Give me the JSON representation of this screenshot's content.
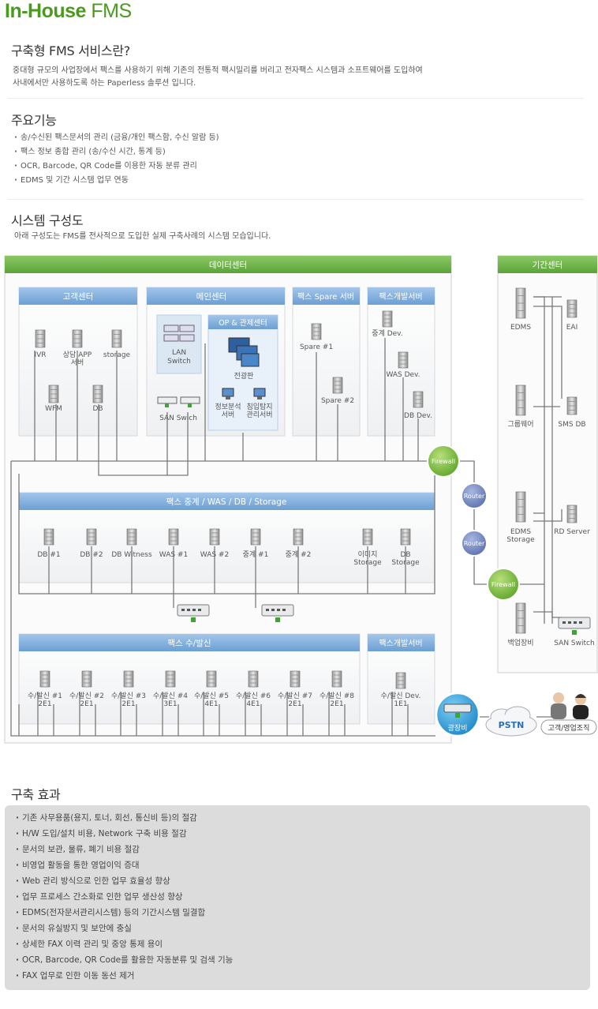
{
  "page_title": {
    "bold": "In-House",
    "rest": " FMS"
  },
  "section1": {
    "heading": "구축형 FMS 서비스란?",
    "lines": [
      "중대형 규모의 사업장에서 팩스를 사용하기 위해 기존의 전통적 팩시밀리를 버리고 전자팩스 시스템과 소프트웨어를 도입하여",
      "사내에서만 사용하도록 하는 Paperless 솔루션 입니다."
    ]
  },
  "section2": {
    "heading": "주요기능",
    "items": [
      "송/수신된 팩스문서의 관리 (금융/개인 팩스함, 수신 알람 등)",
      "팩스 정보 종합 관리 (송/수신 시간, 통계 등)",
      "OCR, Barcode, QR Code를 이용한 자동 분류 관리",
      "EDMS 및 기간 시스템 업무 연동"
    ]
  },
  "section3": {
    "heading": "시스템 구성도",
    "desc": "아래 구성도는 FMS를 전사적으로 도입한 실제 구축사례의 시스템 모습입니다."
  },
  "diagram": {
    "datacenter": "데이터센터",
    "core_center": "기간센터",
    "customer_center": "고객센터",
    "main_center": "메인센터",
    "op_center": "OP & 관제센터",
    "spare_server": "팩스 Spare 서버",
    "dev_server": "팩스개발서버",
    "relay_group": "팩스 중계 / WAS / DB / Storage",
    "txrx_group": "팩스 수/발신",
    "dev_server2": "팩스개발서버",
    "customer_nodes": [
      "IVR",
      "상담 APP\n서버",
      "storage",
      "WFM",
      "DB"
    ],
    "main_nodes": {
      "lan": "LAN\nSwitch",
      "san": "SAN Swich",
      "display": "전광판",
      "analysis": "정보분석\n서버",
      "ids": "침입탐지\n관리서버"
    },
    "spare_nodes": [
      "Spare #1",
      "Spare #2"
    ],
    "dev_nodes": [
      "중계 Dev.",
      "WAS Dev.",
      "DB Dev."
    ],
    "relay_nodes": [
      "DB #1",
      "DB #2",
      "DB Witness",
      "WAS #1",
      "WAS #2",
      "중계 #1",
      "중계 #2",
      "이미지\nStorage",
      "DB\nStorage"
    ],
    "txrx_nodes": [
      "수/발신 #1\n2E1",
      "수/발신 #2\n2E1",
      "수/발신 #3\n2E1",
      "수/발신 #4\n3E1",
      "수/발신 #5\n4E1",
      "수/발신 #6\n4E1",
      "수/발신 #7\n2E1",
      "수/발신 #8\n2E1"
    ],
    "txrx_dev": "수/발신 Dev.\n1E1",
    "core_nodes": {
      "edms": "EDMS",
      "eai": "EAI",
      "groupware": "그룹웨어",
      "smsdb": "SMS DB",
      "edms_storage": "EDMS\nStorage",
      "rd": "RD Server",
      "backup": "백업장비",
      "san": "SAN Switch"
    },
    "firewall": "Firewall",
    "router": "Router",
    "optical": "광장비",
    "pstn": "PSTN",
    "customer_sales": "고객/영업조직"
  },
  "section4": {
    "heading": "구축 효과",
    "items": [
      "기존 사무용품(용지, 토너, 회선, 통신비 등)의 절감",
      "H/W 도입/설치 비용, Network 구축 비용 절감",
      "문서의 보관, 물류, 폐기 비용 절감",
      "비영업 활동을 통한 영업이익 증대",
      "Web 관리 방식으로 인한 업무 효율성 향상",
      "업무 프로세스 간소화로 인한 업무 생산성 향상",
      "EDMS(전자문서관리시스템) 등의 기간시스템 밀결합",
      "문서의 유실방지 및 보안에 충실",
      "상세한 FAX 이력 관리 및 중앙 통제 용이",
      "OCR, Barcode, QR Code를 활용한 자동분류 및 검색 기능",
      "FAX 업무로 인한 이동 동선 제거"
    ]
  }
}
